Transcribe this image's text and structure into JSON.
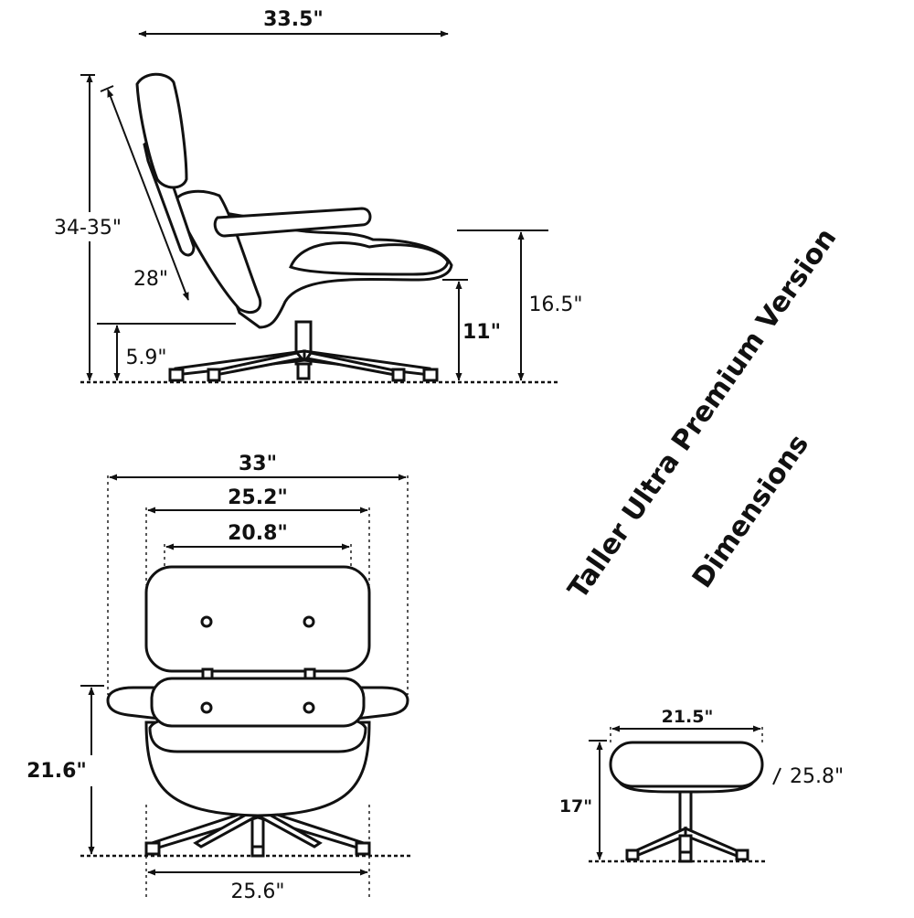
{
  "title": {
    "line1": "Taller Ultra Premium Version",
    "line2": "Dimensions"
  },
  "side_view": {
    "overall_depth": "33.5\"",
    "overall_height": "34-35\"",
    "back_length": "28\"",
    "base_height": "5.9\"",
    "seat_height_front": "11\"",
    "arm_height": "16.5\""
  },
  "front_view": {
    "overall_width": "33\"",
    "arm_inner_width": "25.2\"",
    "seat_width": "20.8\"",
    "seat_height": "21.6\"",
    "base_width": "25.6\""
  },
  "ottoman": {
    "width": "21.5\"",
    "depth": "25.8\"",
    "height": "17\""
  },
  "colors": {
    "line": "#111111",
    "background": "#ffffff"
  }
}
